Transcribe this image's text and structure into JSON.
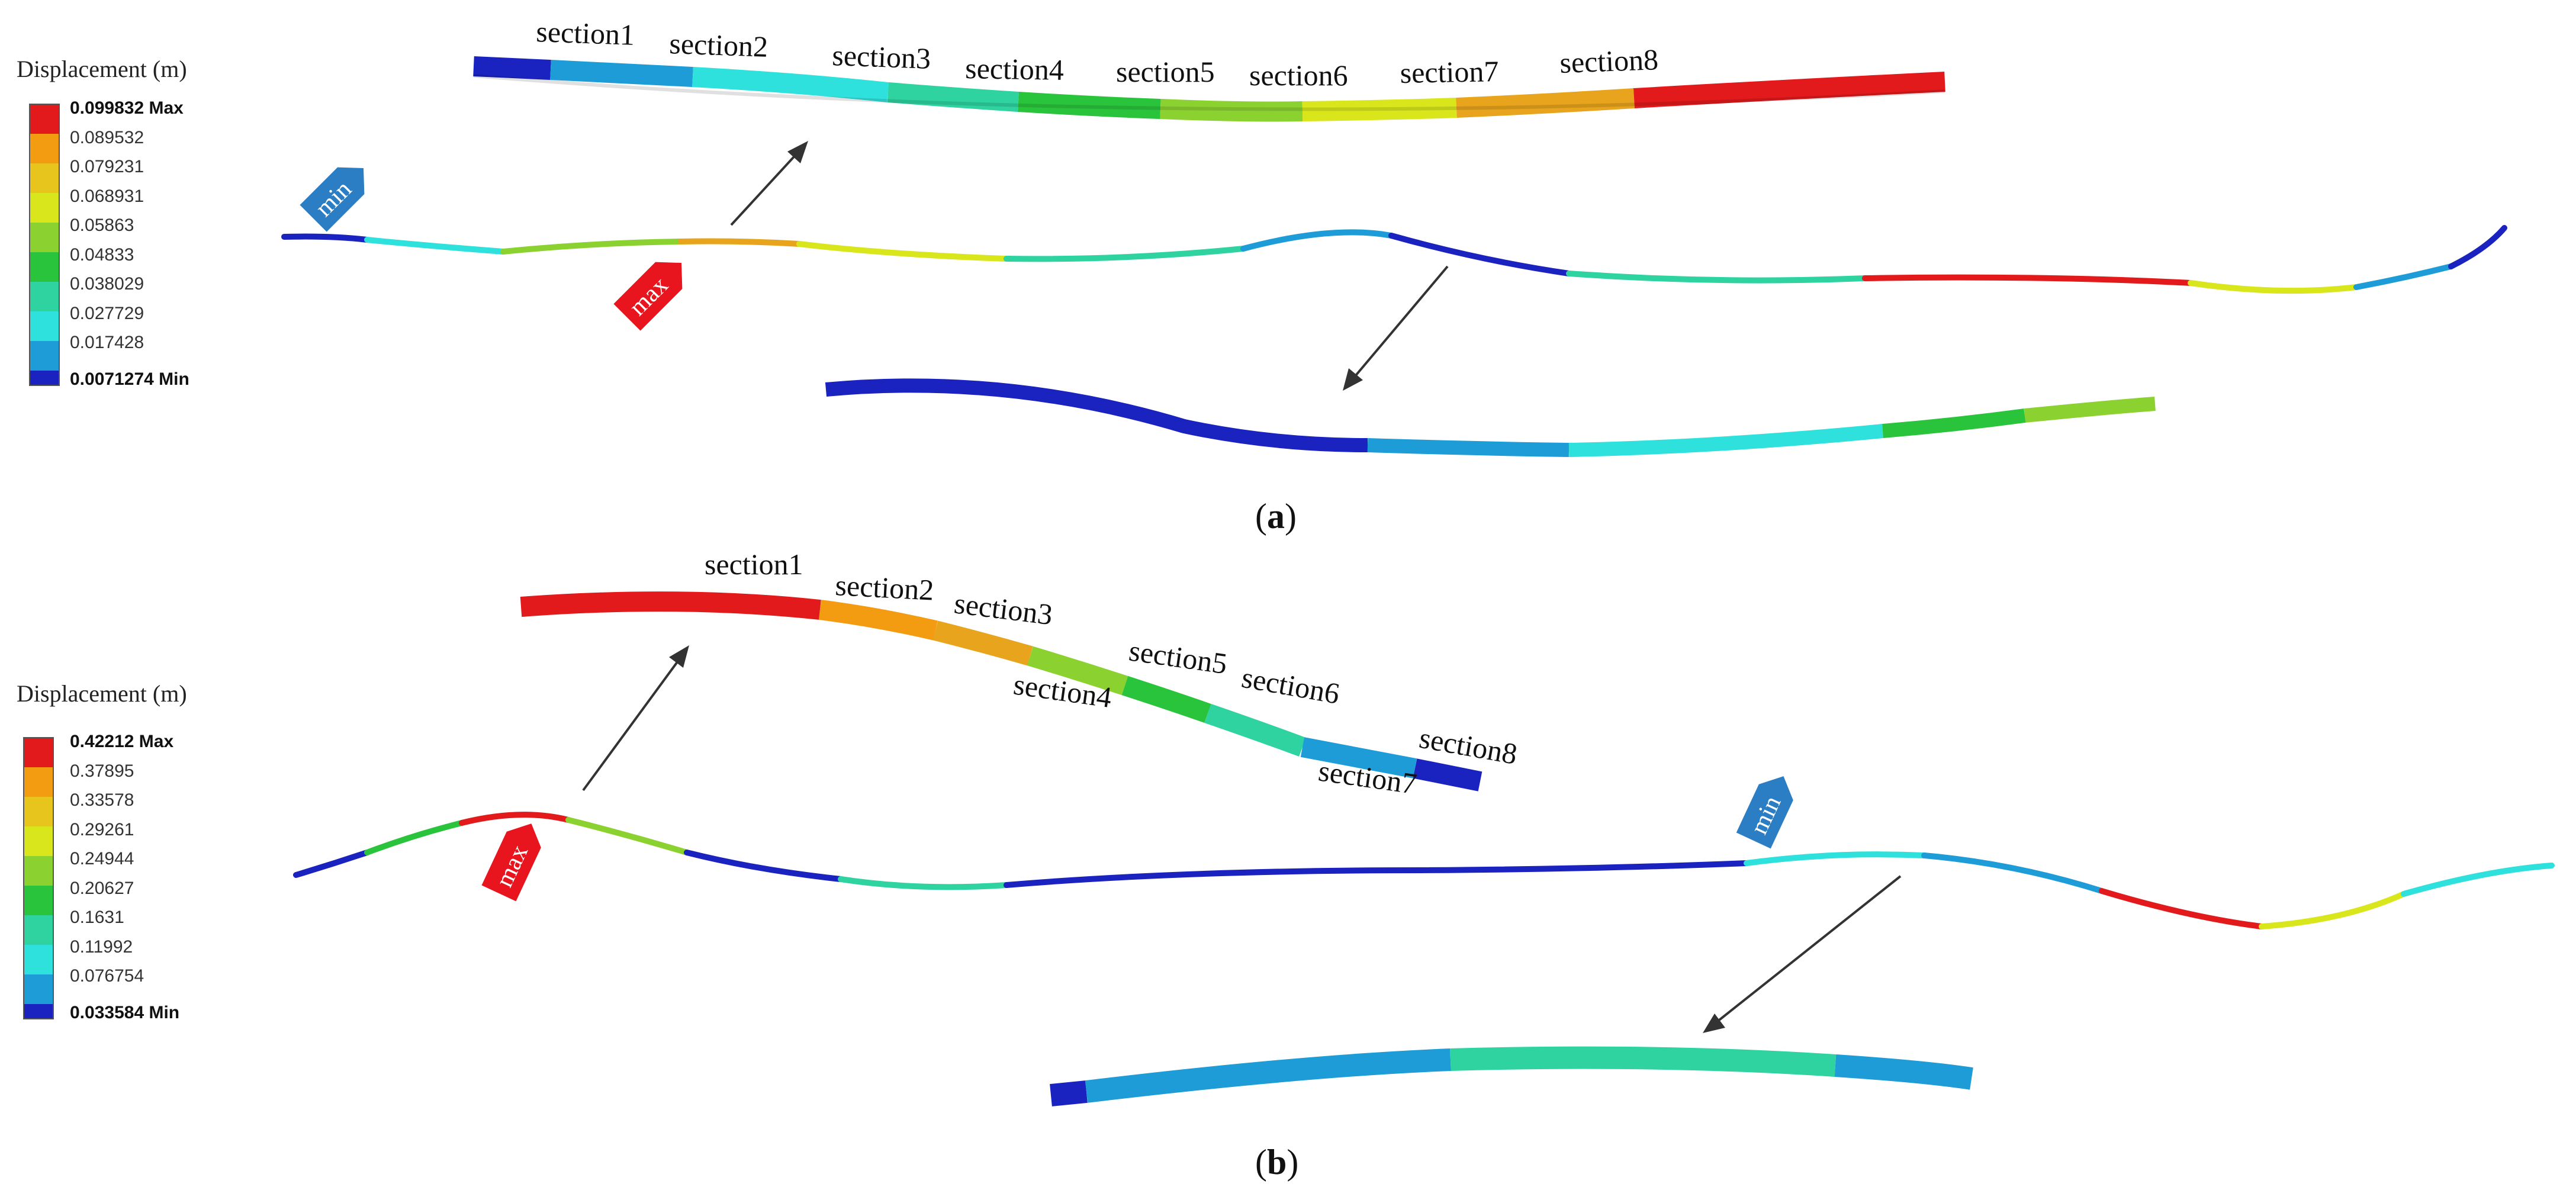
{
  "panels": [
    {
      "caption_letter": "a",
      "legend": {
        "title": "Displacement  (m)",
        "max_label": "0.099832 Max",
        "min_label": "0.0071274 Min",
        "labels": [
          "0.099832 Max",
          "0.089532",
          "0.079231",
          "0.068931",
          "0.05863",
          "0.04833",
          "0.038029",
          "0.027729",
          "0.017428",
          "0.0071274 Min"
        ]
      },
      "markers": {
        "min": "min",
        "max": "max"
      },
      "sections": [
        "section1",
        "section2",
        "section3",
        "section4",
        "section5",
        "section6",
        "section7",
        "section8"
      ]
    },
    {
      "caption_letter": "b",
      "legend": {
        "title": "Displacement  (m)",
        "max_label": "0.42212 Max",
        "min_label": "0.033584 Min",
        "labels": [
          "0.42212 Max",
          "0.37895",
          "0.33578",
          "0.29261",
          "0.24944",
          "0.20627",
          "0.1631",
          "0.11992",
          "0.076754",
          "0.033584 Min"
        ]
      },
      "markers": {
        "min": "min",
        "max": "max"
      },
      "sections": [
        "section1",
        "section2",
        "section3",
        "section4",
        "section5",
        "section6",
        "section7",
        "section8"
      ]
    }
  ],
  "colors": {
    "legend_scale": [
      "#e31a1c",
      "#f39c12",
      "#e8c51c",
      "#d8e61b",
      "#8bd230",
      "#29c43c",
      "#2ed3a0",
      "#2ee1dc",
      "#1e9cd8",
      "#1a23c0"
    ],
    "max_marker": "#e8141e",
    "min_marker": "#2b7dc4",
    "arrow": "#333333"
  }
}
